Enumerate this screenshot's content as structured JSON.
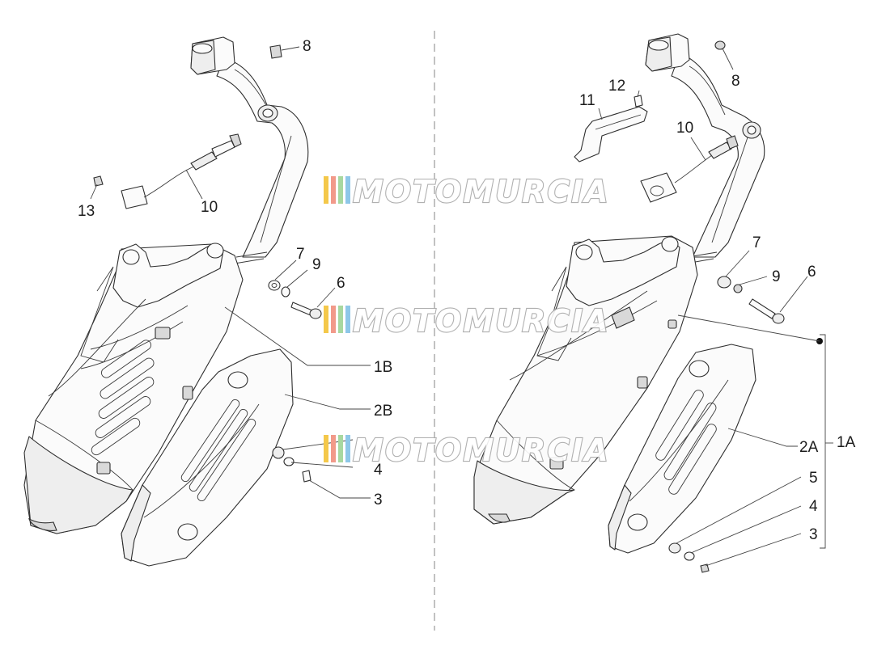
{
  "diagram": {
    "watermark_text": "MOTOMURCIA",
    "watermark_colors": [
      "#f4c84a",
      "#f29a8a",
      "#a8d8a0",
      "#8ec7e8"
    ],
    "left_assembly": {
      "labels": {
        "p8": "8",
        "p13": "13",
        "p10": "10",
        "p7": "7",
        "p9": "9",
        "p6": "6",
        "p1b": "1B",
        "p2b": "2B",
        "p4": "4",
        "p3": "3"
      }
    },
    "right_assembly": {
      "labels": {
        "p8": "8",
        "p12": "12",
        "p11": "11",
        "p10": "10",
        "p7": "7",
        "p9": "9",
        "p6": "6",
        "p2a": "2A",
        "p1a": "1A",
        "p5": "5",
        "p4": "4",
        "p3": "3"
      }
    }
  }
}
